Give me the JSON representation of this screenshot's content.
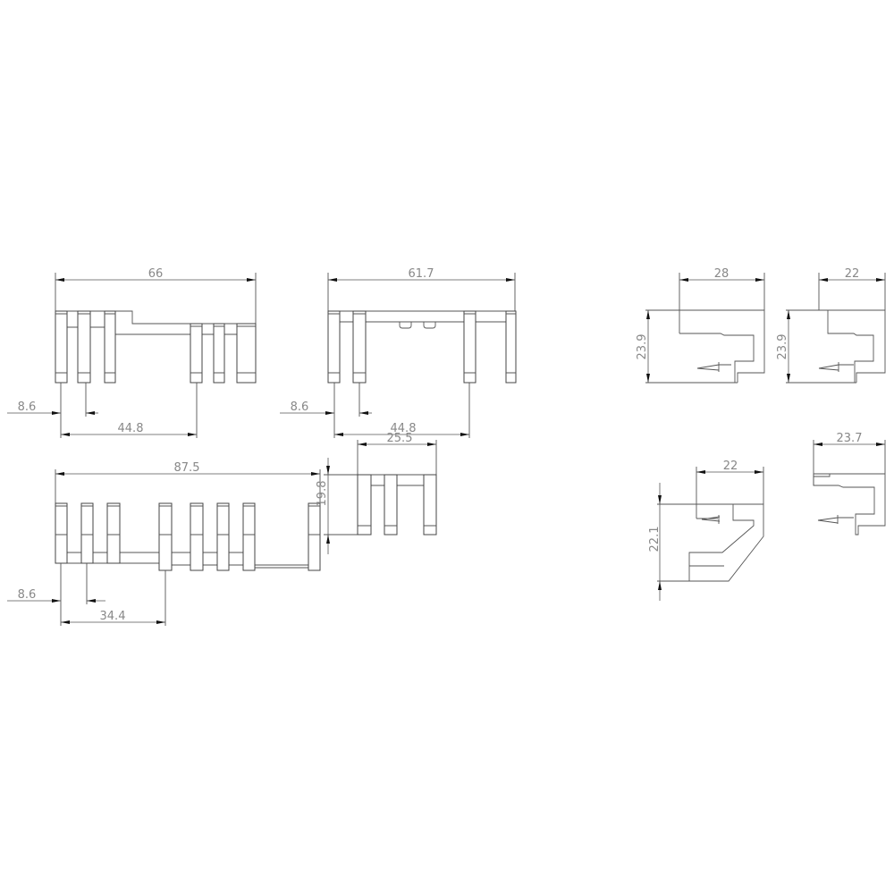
{
  "drawing": {
    "view_top_left": {
      "width": "66",
      "pitch": "8.6",
      "offset": "44.8"
    },
    "view_top_middle": {
      "width": "61.7",
      "pitch": "8.6",
      "offset": "44.8"
    },
    "view_bottom_left": {
      "width": "87.5",
      "pitch": "8.6",
      "offset": "34.4",
      "height": "19.8"
    },
    "view_bottom_middle": {
      "width": "25.5"
    },
    "side_view_1": {
      "width": "28",
      "height": "23.9"
    },
    "side_view_2": {
      "width": "22",
      "height": "23.9"
    },
    "side_view_3": {
      "width": "22",
      "height": "22.1"
    },
    "side_view_4": {
      "width": "23.7"
    }
  },
  "colors": {
    "line": "#555555",
    "text": "#888888",
    "background": "#ffffff"
  }
}
